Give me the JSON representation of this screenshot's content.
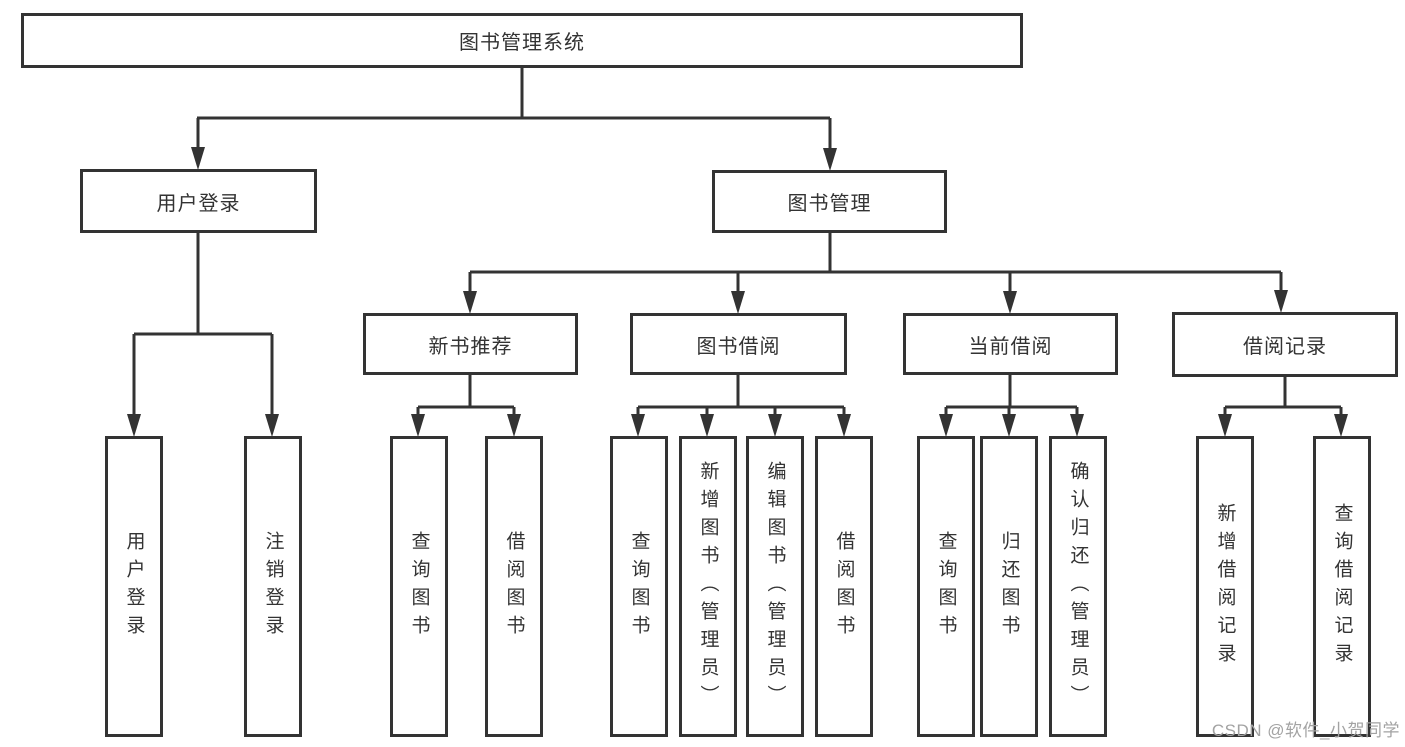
{
  "diagram": {
    "title": "图书管理系统",
    "colors": {
      "line": "#333333",
      "box_border": "#333333",
      "text": "#333333",
      "background": "#ffffff",
      "watermark": "#a3a3a3"
    },
    "nodes": {
      "root": {
        "label": "图书管理系统"
      },
      "level2": [
        {
          "label": "用户登录"
        },
        {
          "label": "图书管理"
        }
      ],
      "level3": [
        {
          "label": "新书推荐"
        },
        {
          "label": "图书借阅"
        },
        {
          "label": "当前借阅"
        },
        {
          "label": "借阅记录"
        }
      ],
      "leaves": [
        {
          "label": "用户登录",
          "parent": "用户登录"
        },
        {
          "label": "注销登录",
          "parent": "用户登录"
        },
        {
          "label": "查询图书",
          "parent": "新书推荐"
        },
        {
          "label": "借阅图书",
          "parent": "新书推荐"
        },
        {
          "label": "查询图书",
          "parent": "图书借阅"
        },
        {
          "label": "新增图书（管理员）",
          "parent": "图书借阅"
        },
        {
          "label": "编辑图书（管理员）",
          "parent": "图书借阅"
        },
        {
          "label": "借阅图书",
          "parent": "图书借阅"
        },
        {
          "label": "查询图书",
          "parent": "当前借阅"
        },
        {
          "label": "归还图书",
          "parent": "当前借阅"
        },
        {
          "label": "确认归还（管理员）",
          "parent": "当前借阅"
        },
        {
          "label": "新增借阅记录",
          "parent": "借阅记录"
        },
        {
          "label": "查询借阅记录",
          "parent": "借阅记录"
        }
      ]
    },
    "watermark": "CSDN @软件_小贺同学"
  }
}
